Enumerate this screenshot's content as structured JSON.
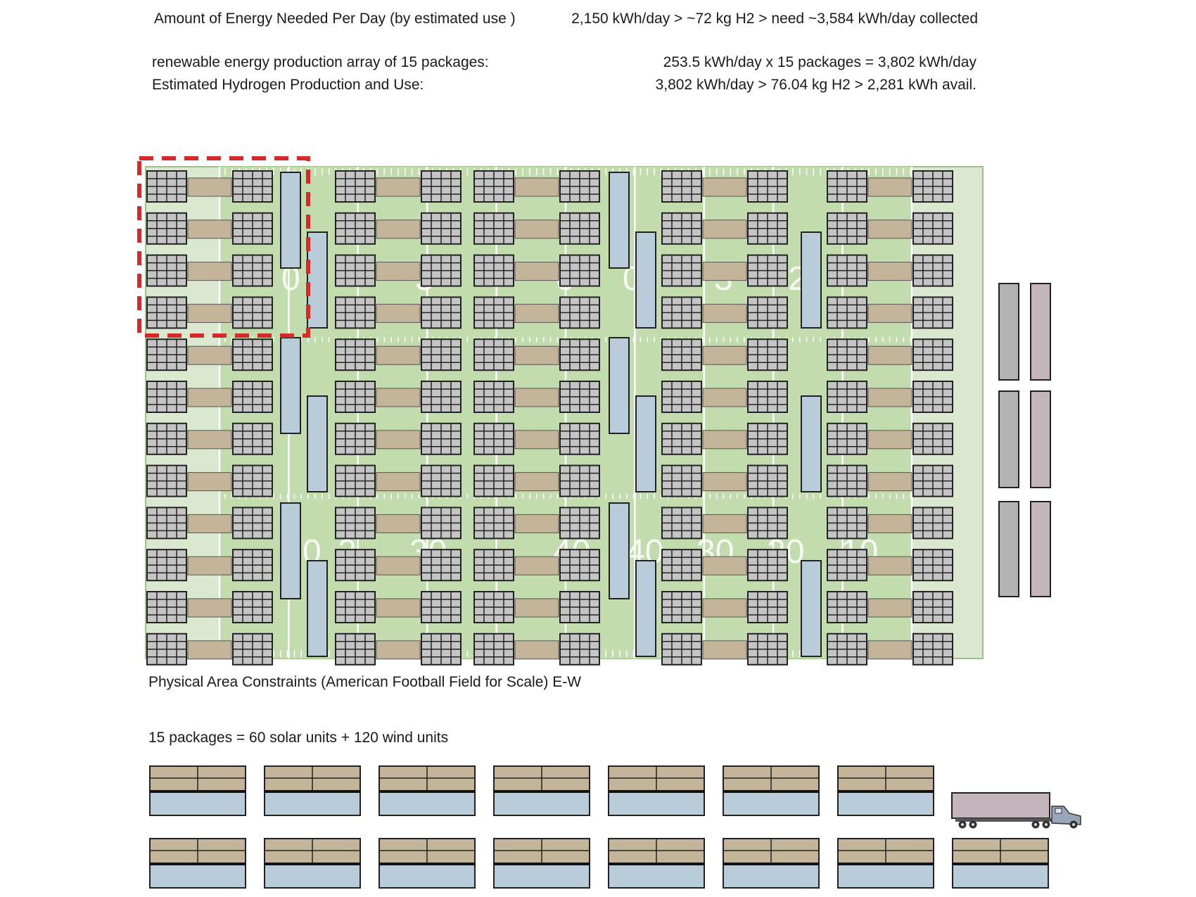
{
  "summary": {
    "energy_needed_label": "Amount of Energy Needed Per Day (by estimated use )",
    "energy_needed_value": "2,150 kWh/day  >  ~72 kg H2  >  need ~3,584 kWh/day collected",
    "array_label": "renewable energy production array of 15 packages:",
    "array_value": "253.5 kWh/day  x  15 packages  =  3,802 kWh/day",
    "hydrogen_label": "Estimated Hydrogen Production and Use:",
    "hydrogen_value": "3,802 kWh/day  >  76.04 kg H2  >  2,281 kWh avail."
  },
  "field": {
    "caption": "Physical Area Constraints (American Football Field for Scale) E-W",
    "yard_numbers_top": [
      "0",
      "3",
      "0",
      "0",
      "3",
      "2"
    ],
    "yard_numbers_bottom": [
      "0",
      "2",
      "30",
      "40",
      "40",
      "30",
      "20",
      "10"
    ]
  },
  "packages": {
    "caption": "15 packages  =  60 solar units + 120 wind units",
    "count": 15,
    "solar_units": 60,
    "wind_units": 120
  },
  "colors": {
    "field_light": "#d9e8cf",
    "field_mid": "#c2dcae",
    "field_border": "#9fc08b",
    "solar_panel": "#c4c4c4",
    "wind_unit": "#c4b499",
    "container_blue": "#b8cdd9",
    "storage_grey": "#b3b3b3",
    "storage_mauve": "#c4b4bb",
    "highlight_red": "#d42a2a"
  },
  "icons": {
    "truck": "semi-truck-icon"
  }
}
